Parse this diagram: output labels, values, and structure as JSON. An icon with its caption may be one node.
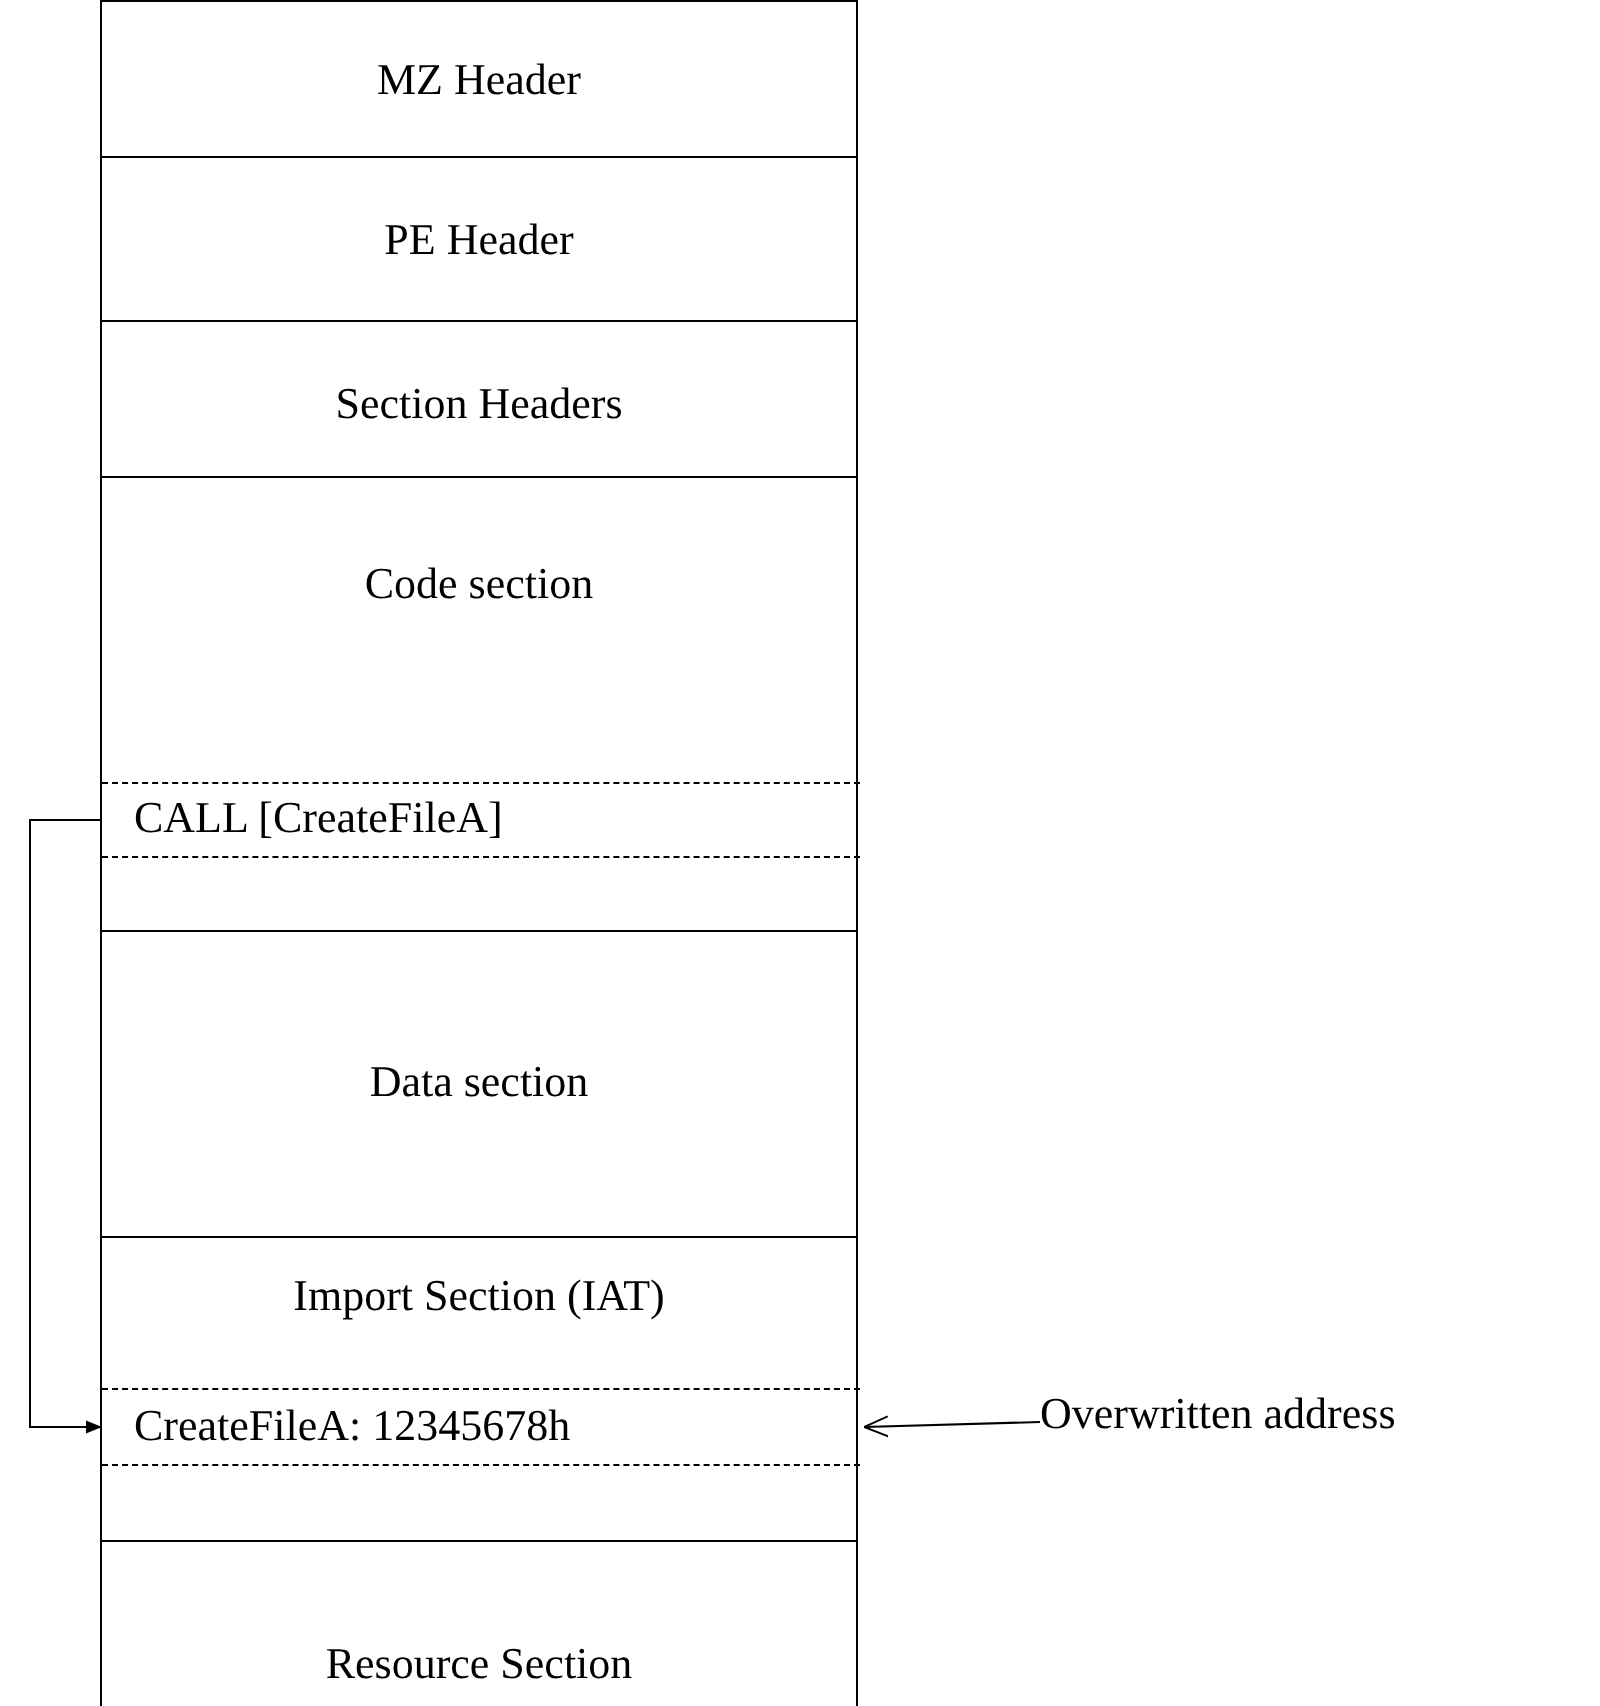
{
  "diagram": {
    "nodes": [
      {
        "text": [
          "MZ Header"
        ]
      },
      {
        "text": [
          "PE Header"
        ]
      },
      {
        "text": [
          "Section Headers"
        ]
      },
      {
        "text": [
          "Code section"
        ]
      },
      {
        "text": [
          "CALL [CreateFileA]"
        ],
        "in": 3
      },
      {
        "text": [
          "Data section"
        ]
      },
      {
        "text": [
          "Import Section (IAT)"
        ]
      },
      {
        "text": [
          "CreateFileA: 12345678h"
        ],
        "in": 6
      },
      {
        "text": [
          "Resource Section"
        ]
      },
      {
        "text": [
          "Overwritten address"
        ]
      }
    ],
    "edges": [
      {
        "from": 4,
        "to": 7,
        "arrow": "to"
      },
      {
        "from": 9,
        "to": 7,
        "arrow": "to"
      }
    ]
  }
}
